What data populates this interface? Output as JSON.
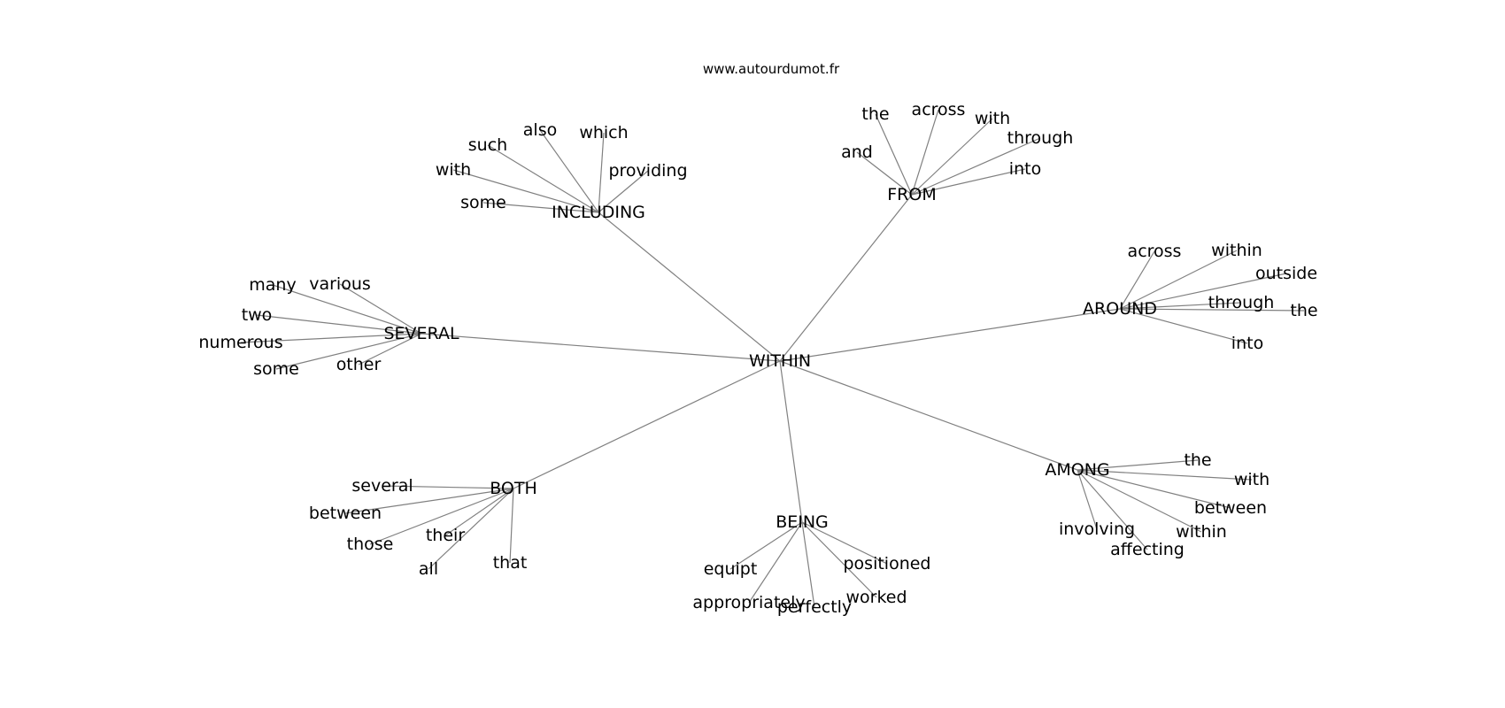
{
  "header": {
    "site": "www.autourdumot.fr"
  },
  "colors": {
    "edge": "#808080",
    "text": "#000000",
    "background": "#ffffff"
  },
  "graph": {
    "center": "WITHIN",
    "hubs": [
      {
        "label": "INCLUDING",
        "words": [
          "some",
          "with",
          "such",
          "also",
          "which",
          "providing"
        ]
      },
      {
        "label": "FROM",
        "words": [
          "and",
          "the",
          "across",
          "with",
          "through",
          "into"
        ]
      },
      {
        "label": "AROUND",
        "words": [
          "across",
          "within",
          "outside",
          "through",
          "the",
          "into"
        ]
      },
      {
        "label": "AMONG",
        "words": [
          "the",
          "with",
          "between",
          "within",
          "affecting",
          "involving"
        ]
      },
      {
        "label": "BEING",
        "words": [
          "equipt",
          "appropriately",
          "perfectly",
          "worked",
          "positioned"
        ]
      },
      {
        "label": "BOTH",
        "words": [
          "several",
          "between",
          "those",
          "their",
          "all",
          "that"
        ]
      },
      {
        "label": "SEVERAL",
        "words": [
          "many",
          "various",
          "two",
          "numerous",
          "some",
          "other"
        ]
      }
    ]
  }
}
